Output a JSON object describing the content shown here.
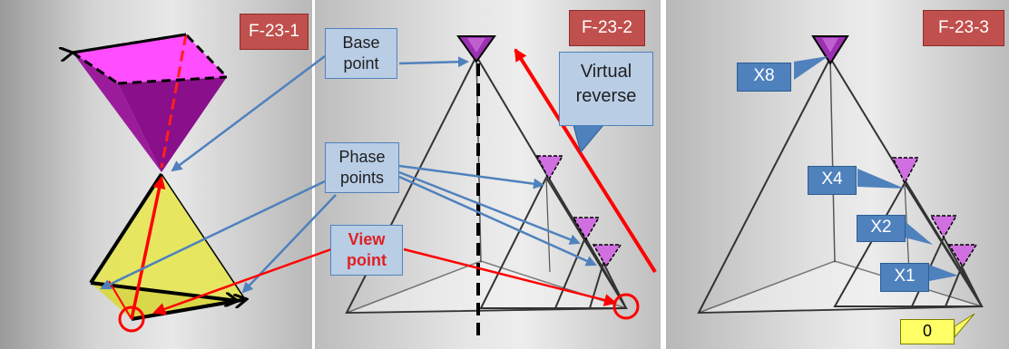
{
  "panels": {
    "p1": {
      "tag": "F-23-1"
    },
    "p2": {
      "tag": "F-23-2"
    },
    "p3": {
      "tag": "F-23-3"
    }
  },
  "callouts": {
    "base_point": "Base\npoint",
    "phase_points": "Phase\npoints",
    "view_point": "View\npoint",
    "virtual_reverse": "Virtual\nreverse"
  },
  "levels": {
    "x8": "X8",
    "x4": "X4",
    "x2": "X2",
    "x1": "X1",
    "zero": "0"
  },
  "colors": {
    "tag_red": "#c0504d",
    "callout_blue": "#b9cde5",
    "callout_dark_blue": "#4f81bd",
    "arrow_blue": "#4f81bd",
    "arrow_red": "#ff0000",
    "magenta": "#ff00ff",
    "purple": "#800080",
    "yellow_face": "#e6e65a"
  }
}
